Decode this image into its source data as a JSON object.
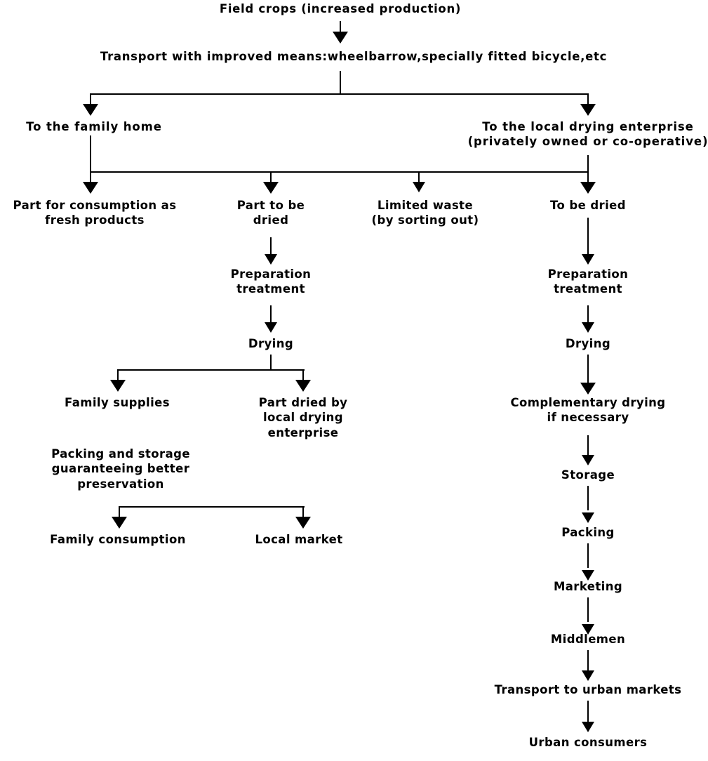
{
  "diagram": {
    "title": "Field crops post-harvest flow chart",
    "ink_color": "#000000",
    "background_color": "#ffffff"
  },
  "nodes": {
    "field_crops": "Field crops (increased production)",
    "transport_improved": "Transport with improved means:wheelbarrow,specially fitted bicycle,etc",
    "family_home": "To the family home",
    "drying_enterprise": "To the local drying enterprise\n(privately owned or co-operative)",
    "fresh_consumption": "Part for consumption as\nfresh products",
    "part_to_be_dried": "Part to be\ndried",
    "limited_waste": "Limited waste\n(by sorting out)",
    "to_be_dried": "To be dried",
    "prep_treatment_left": "Preparation\ntreatment",
    "drying_left": "Drying",
    "family_supplies": "Family supplies",
    "part_dried_by_enterprise": "Part dried by\nlocal drying\nenterprise",
    "packing_storage": "Packing and storage\nguaranteeing better\npreservation",
    "family_consumption": "Family consumption",
    "local_market": "Local market",
    "prep_treatment_right": "Preparation\ntreatment",
    "drying_right": "Drying",
    "complementary_drying": "Complementary drying\nif necessary",
    "storage": "Storage",
    "packing": "Packing",
    "marketing": "Marketing",
    "middlemen": "Middlemen",
    "transport_urban": "Transport to urban markets",
    "urban_consumers": "Urban consumers"
  },
  "edges": [
    {
      "from": "field_crops",
      "to": "transport_improved",
      "type": "arrow-down"
    },
    {
      "from": "transport_improved",
      "to": "family_home",
      "type": "split"
    },
    {
      "from": "transport_improved",
      "to": "drying_enterprise",
      "type": "split"
    },
    {
      "from": "family_home",
      "to": "fresh_consumption",
      "type": "split"
    },
    {
      "from": "family_home",
      "to": "part_to_be_dried",
      "type": "split"
    },
    {
      "from": "drying_enterprise",
      "to": "limited_waste",
      "type": "split"
    },
    {
      "from": "drying_enterprise",
      "to": "to_be_dried",
      "type": "split"
    },
    {
      "from": "part_to_be_dried",
      "to": "prep_treatment_left",
      "type": "arrow-down"
    },
    {
      "from": "prep_treatment_left",
      "to": "drying_left",
      "type": "arrow-down"
    },
    {
      "from": "drying_left",
      "to": "family_supplies",
      "type": "split"
    },
    {
      "from": "drying_left",
      "to": "part_dried_by_enterprise",
      "type": "split"
    },
    {
      "from": "packing_storage",
      "to": "family_consumption",
      "type": "split"
    },
    {
      "from": "packing_storage",
      "to": "local_market",
      "type": "split"
    },
    {
      "from": "to_be_dried",
      "to": "prep_treatment_right",
      "type": "arrow-down"
    },
    {
      "from": "prep_treatment_right",
      "to": "drying_right",
      "type": "arrow-down"
    },
    {
      "from": "drying_right",
      "to": "complementary_drying",
      "type": "arrow-down"
    },
    {
      "from": "complementary_drying",
      "to": "storage",
      "type": "arrow-down"
    },
    {
      "from": "storage",
      "to": "packing",
      "type": "arrow-down"
    },
    {
      "from": "packing",
      "to": "marketing",
      "type": "arrow-down"
    },
    {
      "from": "marketing",
      "to": "middlemen",
      "type": "arrow-down"
    },
    {
      "from": "middlemen",
      "to": "transport_urban",
      "type": "arrow-down"
    },
    {
      "from": "transport_urban",
      "to": "urban_consumers",
      "type": "arrow-down"
    }
  ]
}
